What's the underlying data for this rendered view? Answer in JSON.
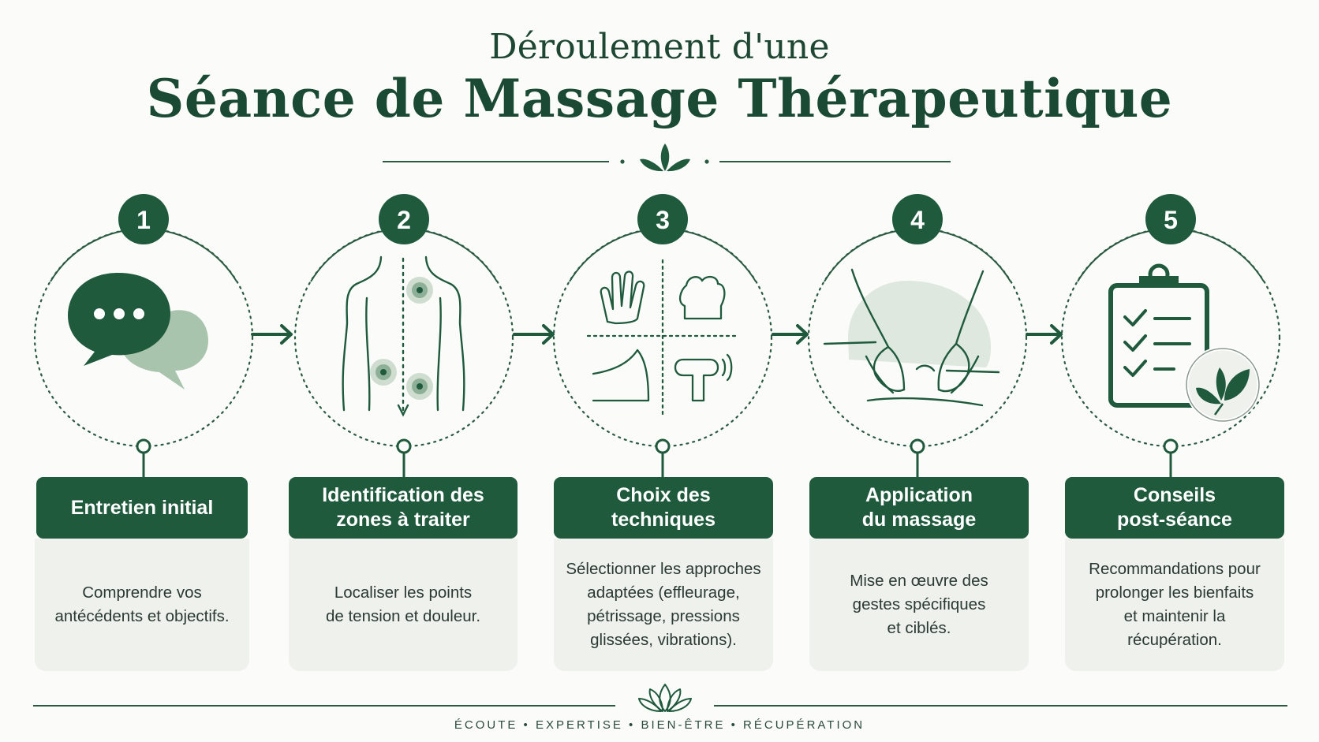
{
  "header": {
    "subtitle": "Déroulement d'une",
    "title": "Séance de Massage Thérapeutique"
  },
  "colors": {
    "primary": "#1f5a3d",
    "light": "#a9c4ad",
    "card_body": "#eef1ec",
    "background": "#fbfbf9"
  },
  "steps": [
    {
      "number": "1",
      "title_lines": [
        "Entretien initial"
      ],
      "description_lines": [
        "Comprendre vos",
        "antécédents et objectifs."
      ],
      "icon": "speech-bubbles-icon"
    },
    {
      "number": "2",
      "title_lines": [
        "Identification des",
        "zones à traiter"
      ],
      "description_lines": [
        "Localiser les points",
        "de tension et douleur."
      ],
      "icon": "body-tension-points-icon"
    },
    {
      "number": "3",
      "title_lines": [
        "Choix des",
        "techniques"
      ],
      "description_lines": [
        "Sélectionner les approches",
        "adaptées (effleurage,",
        "pétrissage, pressions",
        "glissées, vibrations)."
      ],
      "icon": "massage-techniques-icon"
    },
    {
      "number": "4",
      "title_lines": [
        "Application",
        "du massage"
      ],
      "description_lines": [
        "Mise en œuvre des",
        "gestes spécifiques",
        "et ciblés."
      ],
      "icon": "hands-massaging-icon"
    },
    {
      "number": "5",
      "title_lines": [
        "Conseils",
        "post-séance"
      ],
      "description_lines": [
        "Recommandations pour",
        "prolonger les bienfaits",
        "et maintenir la",
        "récupération."
      ],
      "icon": "clipboard-checklist-icon"
    }
  ],
  "footer": {
    "tagline": "ÉCOUTE • EXPERTISE • BIEN-ÊTRE • RÉCUPÉRATION"
  }
}
